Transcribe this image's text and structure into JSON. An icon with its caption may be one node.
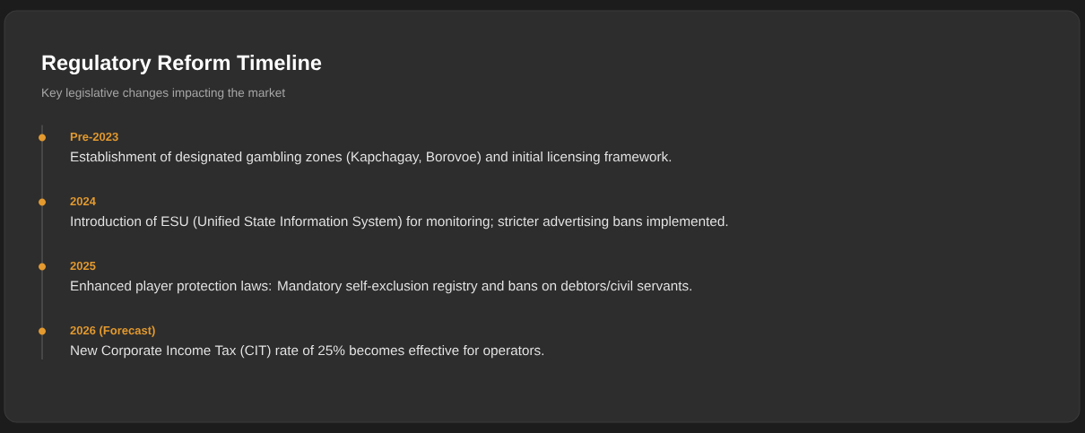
{
  "diagram": {
    "nodes": [
      {
        "text": [
          "Regulatory Reform Timeline",
          "Key legislative changes impacting the market"
        ]
      },
      {
        "text": [
          "Pre-2023",
          "Establishment of designated gambling zones (Kapchagay, Borovoe) and initial licensing framework."
        ],
        "in": 0
      },
      {
        "text": [
          "2024",
          "Introduction of ESU (Unified State Information System) for monitoring; stricter advertising bans implemented."
        ],
        "in": 0
      },
      {
        "text": [
          "2025",
          "Enhanced player protection laws: Mandatory self-exclusion registry and bans on debtors/civil servants."
        ],
        "in": 0
      },
      {
        "text": [
          "2026 (Forecast)",
          "New Corporate Income Tax (CIT) rate of 25% becomes effective for operators."
        ],
        "in": 0
      }
    ]
  }
}
